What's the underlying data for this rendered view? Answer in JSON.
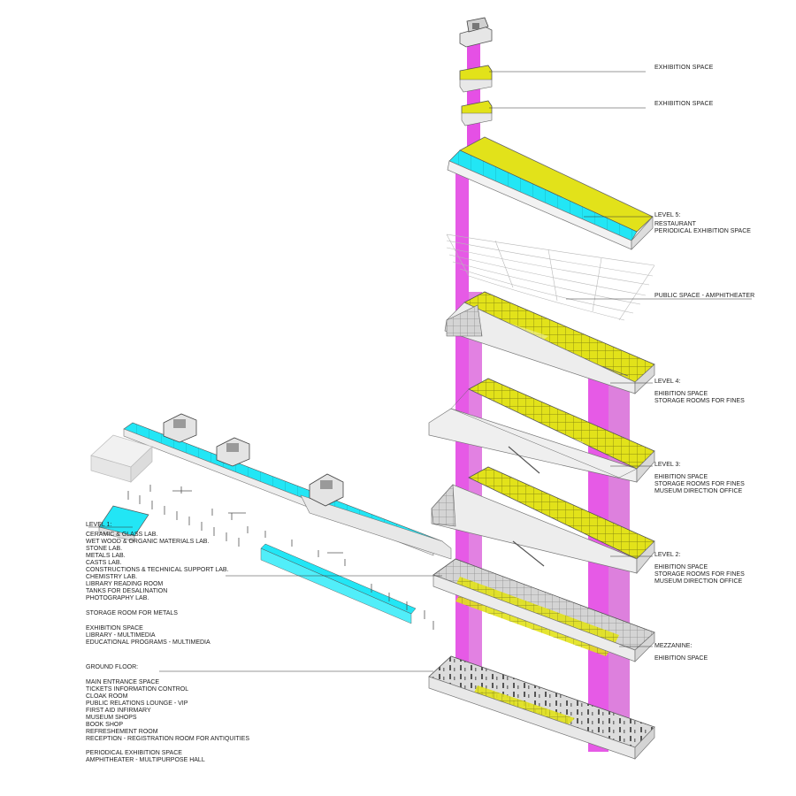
{
  "colors": {
    "circulation_core": "#e23de2",
    "exhibition_floor": "#e2e21a",
    "water_channel": "#22e6f5",
    "slab": "#ececec",
    "outline": "#6a6a6a"
  },
  "labels": {
    "top_exhibition_1": "EXHIBITION SPACE",
    "top_exhibition_2": "EXHIBITION SPACE",
    "level5": {
      "title": "LEVEL 5:",
      "lines": [
        "RESTAURANT",
        "PERIODICAL EXHIBITION SPACE"
      ]
    },
    "amphitheater": "PUBLIC SPACE - AMPHITHEATER",
    "level4": {
      "title": "LEVEL 4:",
      "lines": [
        "EHIBITION SPACE",
        "STORAGE ROOMS FOR FINES"
      ]
    },
    "level3": {
      "title": "LEVEL 3:",
      "lines": [
        "EHIBITION SPACE",
        "STORAGE ROOMS FOR FINES",
        "MUSEUM DIRECTION OFFICE"
      ]
    },
    "level2": {
      "title": "LEVEL 2:",
      "lines": [
        "EHIBITION SPACE",
        "STORAGE ROOMS FOR FINES",
        "MUSEUM DIRECTION OFFICE"
      ]
    },
    "mezzanine": {
      "title": "MEZZANINE:",
      "lines": [
        "EHIBITION SPACE"
      ]
    },
    "level1": {
      "title": "LEVEL 1:",
      "lines": [
        "CERAMIC & GLASS LAB.",
        "WET WOOD & ORGANIC MATERIALS LAB.",
        "STONE LAB.",
        "METALS LAB.",
        "CASTS LAB.",
        "CONSTRUCTIONS & TECHNICAL SUPPORT LAB.",
        "CHEMISTRY LAB.",
        "LIBRARY READING ROOM",
        "TANKS FOR DESALINATION",
        "PHOTOGRAPHY LAB."
      ],
      "storage": "STORAGE ROOM FOR METALS",
      "extra": [
        "EXHIBITION SPACE",
        "LIBRARY - MULTIMEDIA",
        "EDUCATIONAL PROGRAMS - MULTIMEDIA"
      ]
    },
    "ground": {
      "title": "GROUND FLOOR:",
      "lines": [
        "MAIN ENTRANCE SPACE",
        "TICKETS INFORMATION CONTROL",
        "CLOAK ROOM",
        "PUBLIC RELATIONS LOUNGE - VIP",
        "FIRST AID INFIRMARY",
        "MUSEUM SHOPS",
        "BOOK SHOP",
        "REFRESHEMENT ROOM",
        "RECEPTION - REGISTRATION ROOM FOR ANTIQUITIES"
      ],
      "extra": [
        "PERIODICAL EXHIBITION SPACE",
        "AMPHITHEATER - MULTIPURPOSE HALL"
      ]
    }
  }
}
